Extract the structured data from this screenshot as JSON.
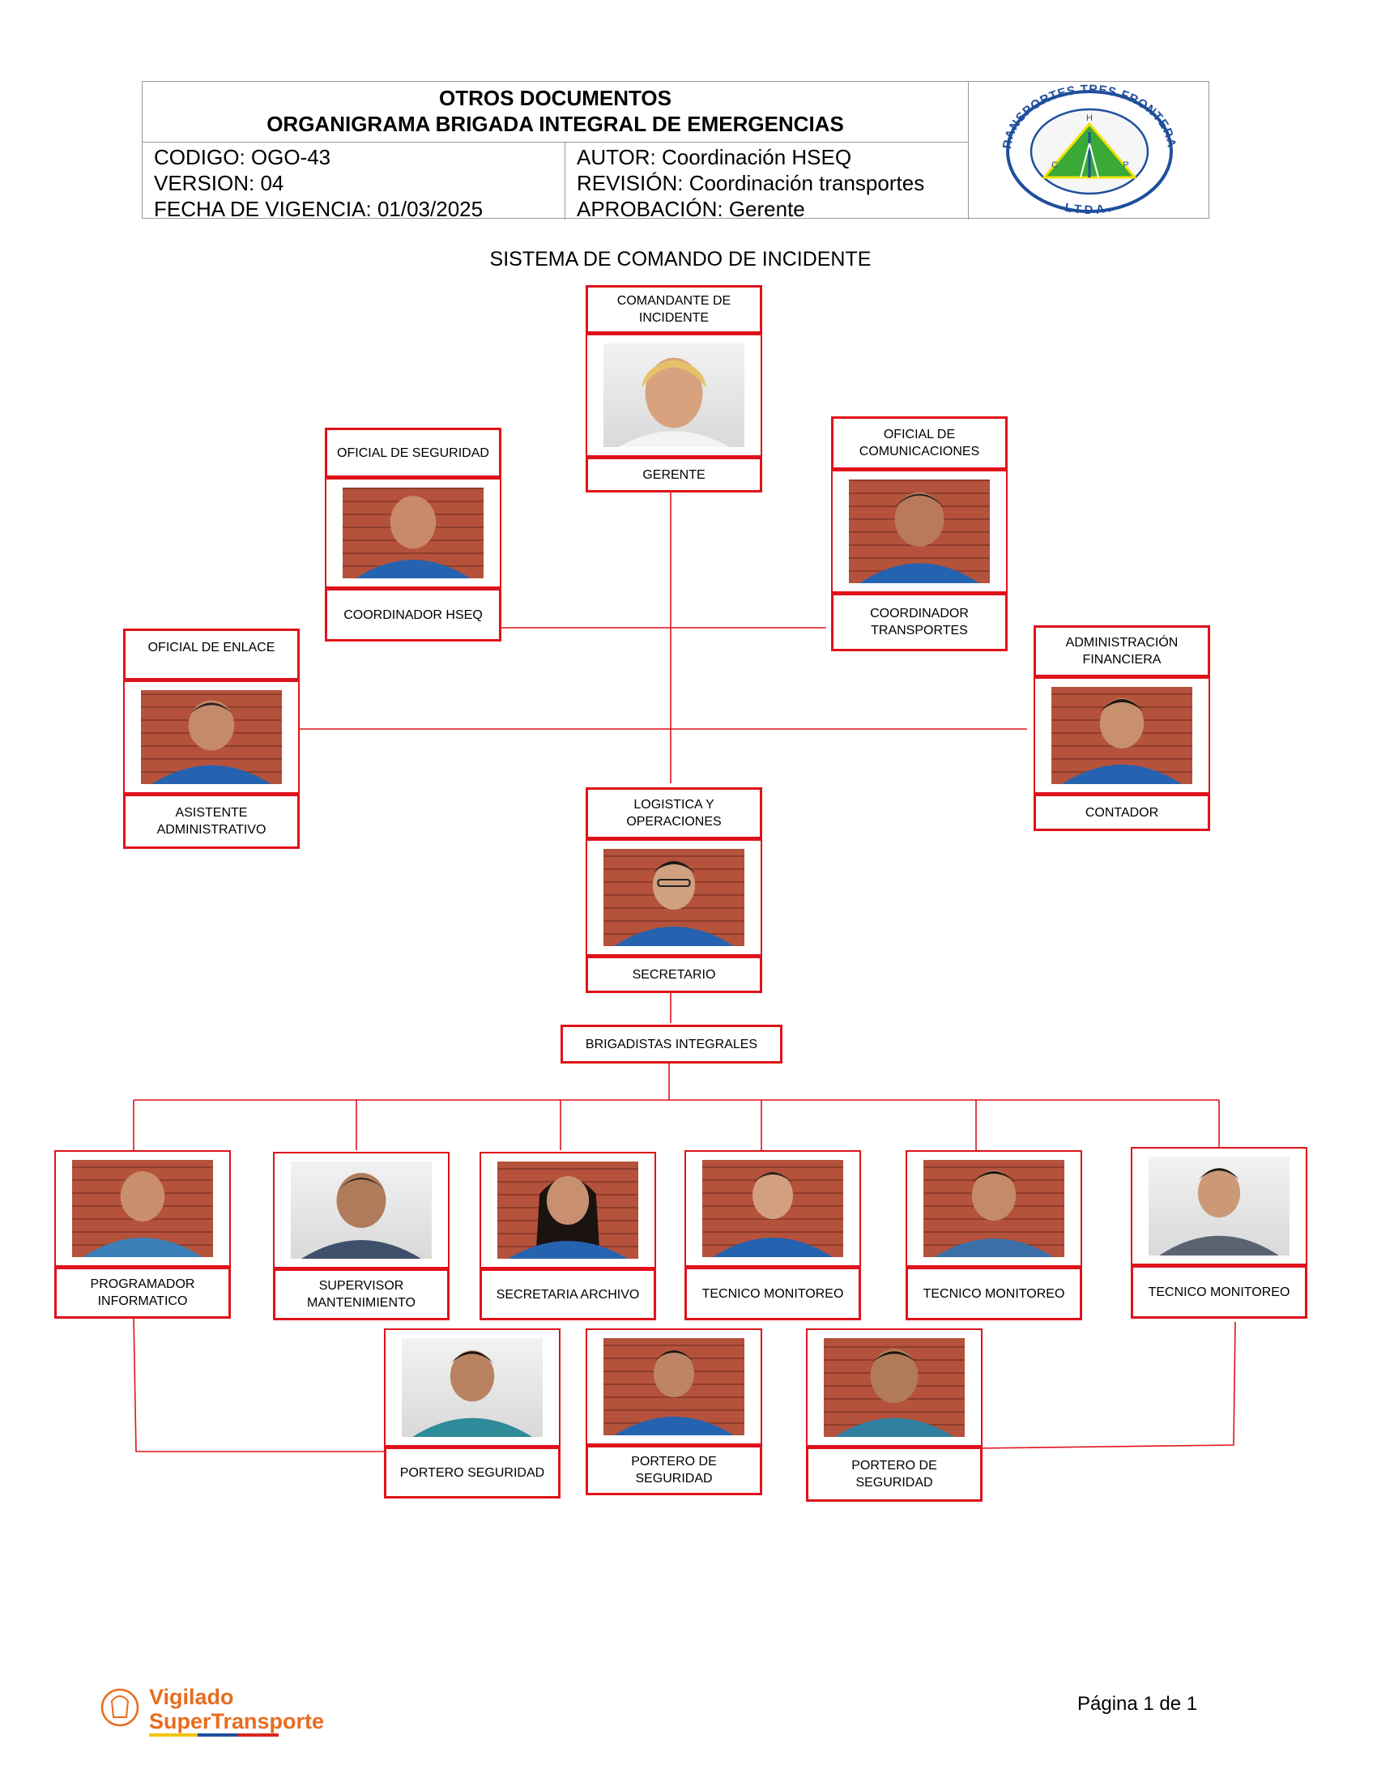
{
  "header": {
    "line1": "OTROS DOCUMENTOS",
    "line2": "ORGANIGRAMA BRIGADA INTEGRAL DE EMERGENCIAS",
    "codigo": "CODIGO: OGO-43",
    "version": "VERSION: 04",
    "fecha": "FECHA DE VIGENCIA: 01/03/2025",
    "autor": "AUTOR: Coordinación HSEQ",
    "revision": "REVISIÓN: Coordinación transportes",
    "aprobacion": "APROBACIÓN: Gerente",
    "logo": {
      "ring_text": "TRANSPORTES TRES FRONTERAS",
      "bottom_text": "LTDA.",
      "letters": [
        "H",
        "C",
        "P"
      ],
      "green": "#3aa935",
      "ring": "#1f4f9c",
      "yellow": "#f2e100"
    }
  },
  "title": "SISTEMA DE COMANDO DE INCIDENTE",
  "nodes": {
    "comandante": {
      "role": "COMANDANTE DE INCIDENTE",
      "person": "GERENTE"
    },
    "seguridad": {
      "role": "OFICIAL DE SEGURIDAD",
      "person": "COORDINADOR HSEQ"
    },
    "comunicaciones": {
      "role": "OFICIAL DE COMUNICACIONES",
      "person": "COORDINADOR TRANSPORTES"
    },
    "enlace": {
      "role": "OFICIAL DE ENLACE",
      "person": "ASISTENTE ADMINISTRATIVO"
    },
    "financiera": {
      "role": "ADMINISTRACIÓN FINANCIERA",
      "person": "CONTADOR"
    },
    "logistica": {
      "role": "LOGISTICA Y OPERACIONES",
      "person": "SECRETARIO"
    },
    "brigadistas": {
      "role": "BRIGADISTAS INTEGRALES"
    }
  },
  "brigade_row1": [
    {
      "person": "PROGRAMADOR INFORMATICO"
    },
    {
      "person": "SUPERVISOR MANTENIMIENTO"
    },
    {
      "person": "SECRETARIA ARCHIVO"
    },
    {
      "person": "TECNICO MONITOREO"
    },
    {
      "person": "TECNICO MONITOREO"
    },
    {
      "person": "TECNICO MONITOREO"
    }
  ],
  "brigade_row2": [
    {
      "person": "PORTERO SEGURIDAD"
    },
    {
      "person": "PORTERO DE SEGURIDAD"
    },
    {
      "person": "PORTERO DE SEGURIDAD"
    }
  ],
  "footer": {
    "page": "Página 1 de 1",
    "vigilado": "Vigilado",
    "supertransporte": "SuperTransporte"
  },
  "colors": {
    "node_border": "#e0121b",
    "uniform": "#2563b0",
    "brand_orange": "#e86c1e"
  }
}
